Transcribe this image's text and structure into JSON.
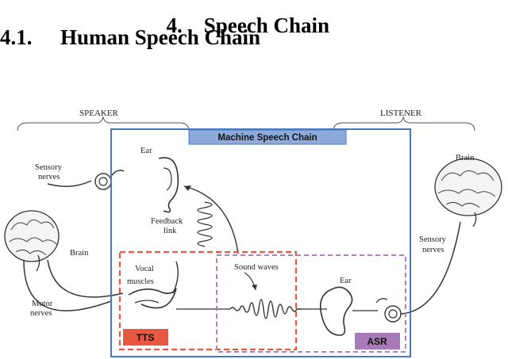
{
  "heading": {
    "number": "4.",
    "title": "Speech Chain"
  },
  "section": {
    "number": "4.1.",
    "title": "Human Speech Chain"
  },
  "diagram": {
    "speaker": "SPEAKER",
    "listener": "LISTENER",
    "machine_chain": "Machine Speech Chain",
    "ear_speaker": "Ear",
    "sensory_nerves_left": [
      "Sensory",
      "nerves"
    ],
    "brain_left": "Brain",
    "feedback_link": [
      "Feedback",
      "link"
    ],
    "vocal_muscles": [
      "Vocal",
      "muscles"
    ],
    "motor_nerves": [
      "Motor",
      "nerves"
    ],
    "sound_waves": "Sound waves",
    "ear_listener": "Ear",
    "brain_right": "Brain",
    "sensory_nerves_right": [
      "Sensory",
      "nerves"
    ],
    "tts": "TTS",
    "asr": "ASR"
  },
  "colors": {
    "machine_box": "#4a77c4",
    "machine_label_bg": "#8eaadb",
    "tts_border": "#e8573f",
    "tts_fill": "#e8573f",
    "asr_border": "#b77ec2",
    "asr_fill": "#a77bb8"
  }
}
